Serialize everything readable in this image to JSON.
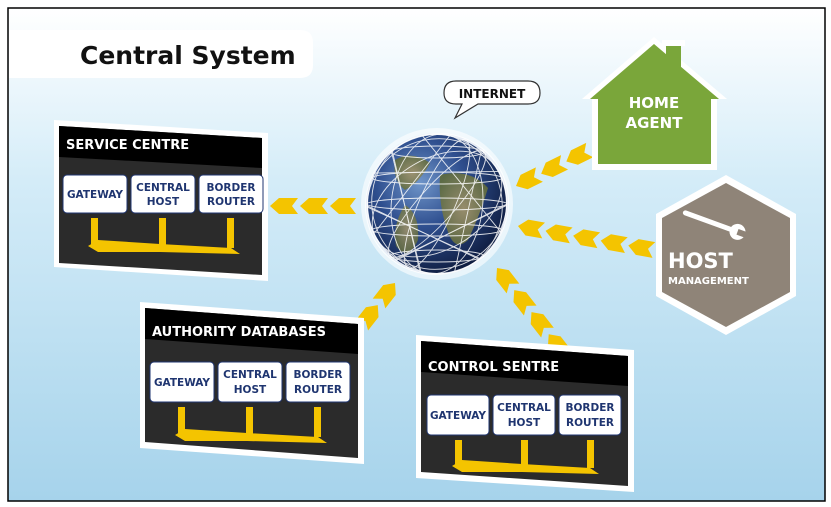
{
  "title": "Central System",
  "internet_label": "INTERNET",
  "colors": {
    "sky_top": "#ffffff",
    "sky_bottom": "#a9d5ec",
    "panel_dark": "#2b2b2b",
    "panel_black": "#000000",
    "connector": "#f4c400",
    "home_green": "#7aa63a",
    "host_taupe": "#8f8478",
    "box_text": "#1f3570"
  },
  "service_centre": {
    "title": "SERVICE CENTRE",
    "boxes": [
      {
        "line1": "GATEWAY",
        "line2": ""
      },
      {
        "line1": "CENTRAL",
        "line2": "HOST"
      },
      {
        "line1": "BORDER",
        "line2": "ROUTER"
      }
    ]
  },
  "authority_databases": {
    "title": "AUTHORITY DATABASES",
    "boxes": [
      {
        "line1": "GATEWAY",
        "line2": ""
      },
      {
        "line1": "CENTRAL",
        "line2": "HOST"
      },
      {
        "line1": "BORDER",
        "line2": "ROUTER"
      }
    ]
  },
  "control_sentre": {
    "title": "CONTROL SENTRE",
    "boxes": [
      {
        "line1": "GATEWAY",
        "line2": ""
      },
      {
        "line1": "CENTRAL",
        "line2": "HOST"
      },
      {
        "line1": "BORDER",
        "line2": "ROUTER"
      }
    ]
  },
  "home_agent": {
    "line1": "HOME",
    "line2": "AGENT",
    "icon": "house-icon"
  },
  "host_management": {
    "line1": "HOST",
    "line2": "MANAGEMENT",
    "icon": "wrench-icon"
  }
}
